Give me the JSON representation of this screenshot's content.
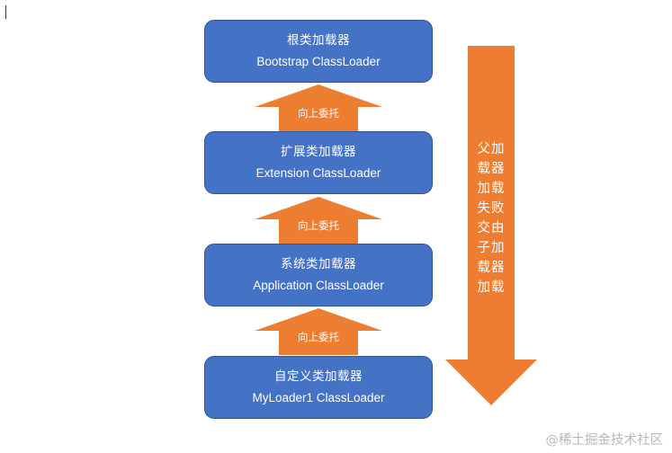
{
  "colors": {
    "box_fill": "#4472c4",
    "box_border": "#2f5597",
    "arrow_fill": "#ed7d31",
    "text": "#ffffff",
    "watermark": "#b8b8b8"
  },
  "boxes": [
    {
      "zh": "根类加载器",
      "en": "Bootstrap ClassLoader"
    },
    {
      "zh": "扩展类加载器",
      "en": "Extension ClassLoader"
    },
    {
      "zh": "系统类加载器",
      "en": "Application ClassLoader"
    },
    {
      "zh": "自定义类加载器",
      "en": "MyLoader1 ClassLoader"
    }
  ],
  "arrows": {
    "delegate_label": "向上委托"
  },
  "side_arrow": {
    "label": "父加载器加载失败交由子加载器加载"
  },
  "watermark": "@稀土掘金技术社区",
  "icons": {
    "up_arrow": "up-arrow-icon",
    "down_arrow": "down-arrow-icon"
  }
}
